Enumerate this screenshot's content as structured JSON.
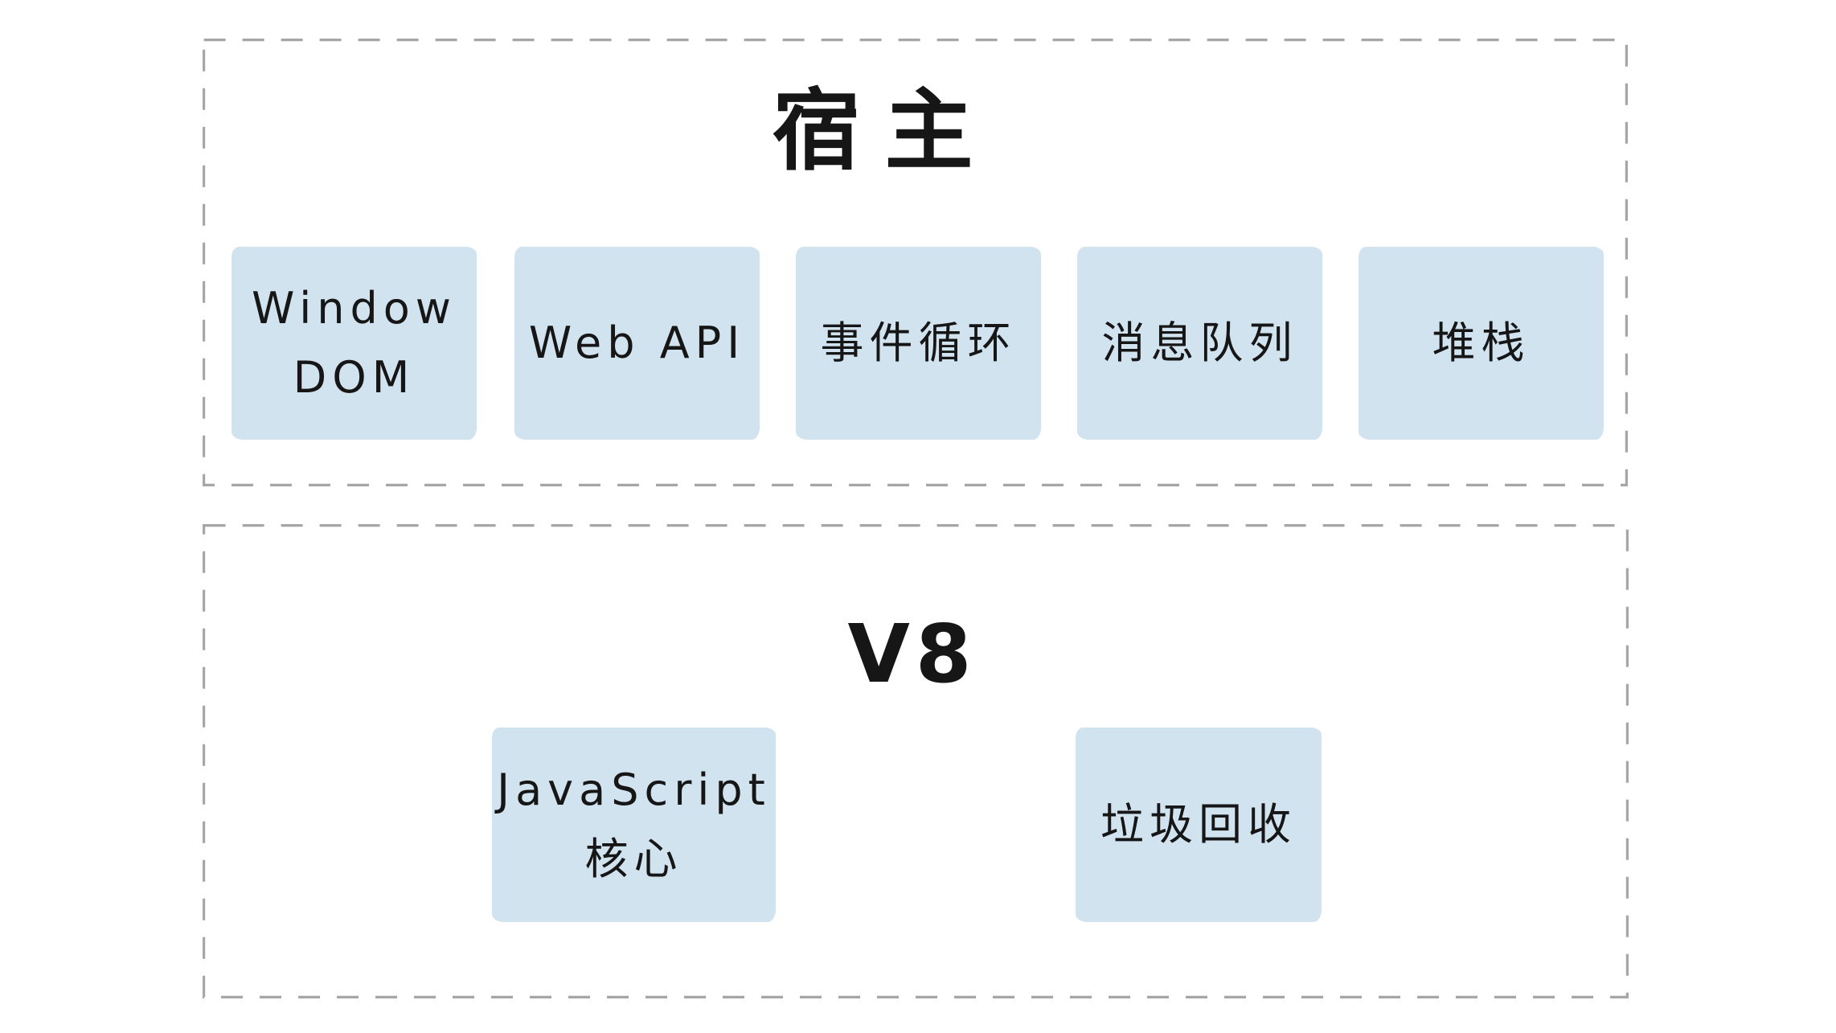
{
  "colors": {
    "background": "#ffffff",
    "box_fill": "#d2e3f0",
    "dash_border": "#a6a6a6",
    "text": "#161616"
  },
  "host": {
    "title": "宿主",
    "boxes": [
      {
        "lines": [
          "Window",
          "DOM"
        ]
      },
      {
        "lines": [
          "Web API"
        ]
      },
      {
        "lines": [
          "事件循环"
        ]
      },
      {
        "lines": [
          "消息队列"
        ]
      },
      {
        "lines": [
          "堆栈"
        ]
      }
    ]
  },
  "v8": {
    "title": "V8",
    "boxes": [
      {
        "lines": [
          "JavaScript",
          "核心"
        ]
      },
      {
        "lines": [
          "垃圾回收"
        ]
      }
    ]
  }
}
